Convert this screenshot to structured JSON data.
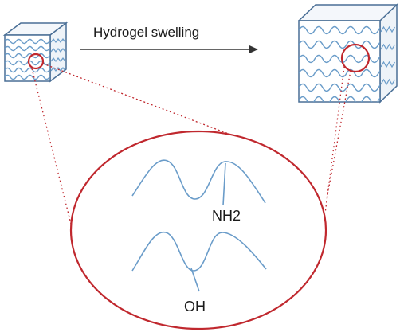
{
  "arrow_label": "Hydrogel swelling",
  "groups": {
    "amine": "NH2",
    "hydroxyl": "OH"
  },
  "colors": {
    "chain": "#6a9cc9",
    "cube_edge": "#4a6f96",
    "highlight": "#c0282e",
    "guide": "#c0282e",
    "arrow": "#333333"
  }
}
